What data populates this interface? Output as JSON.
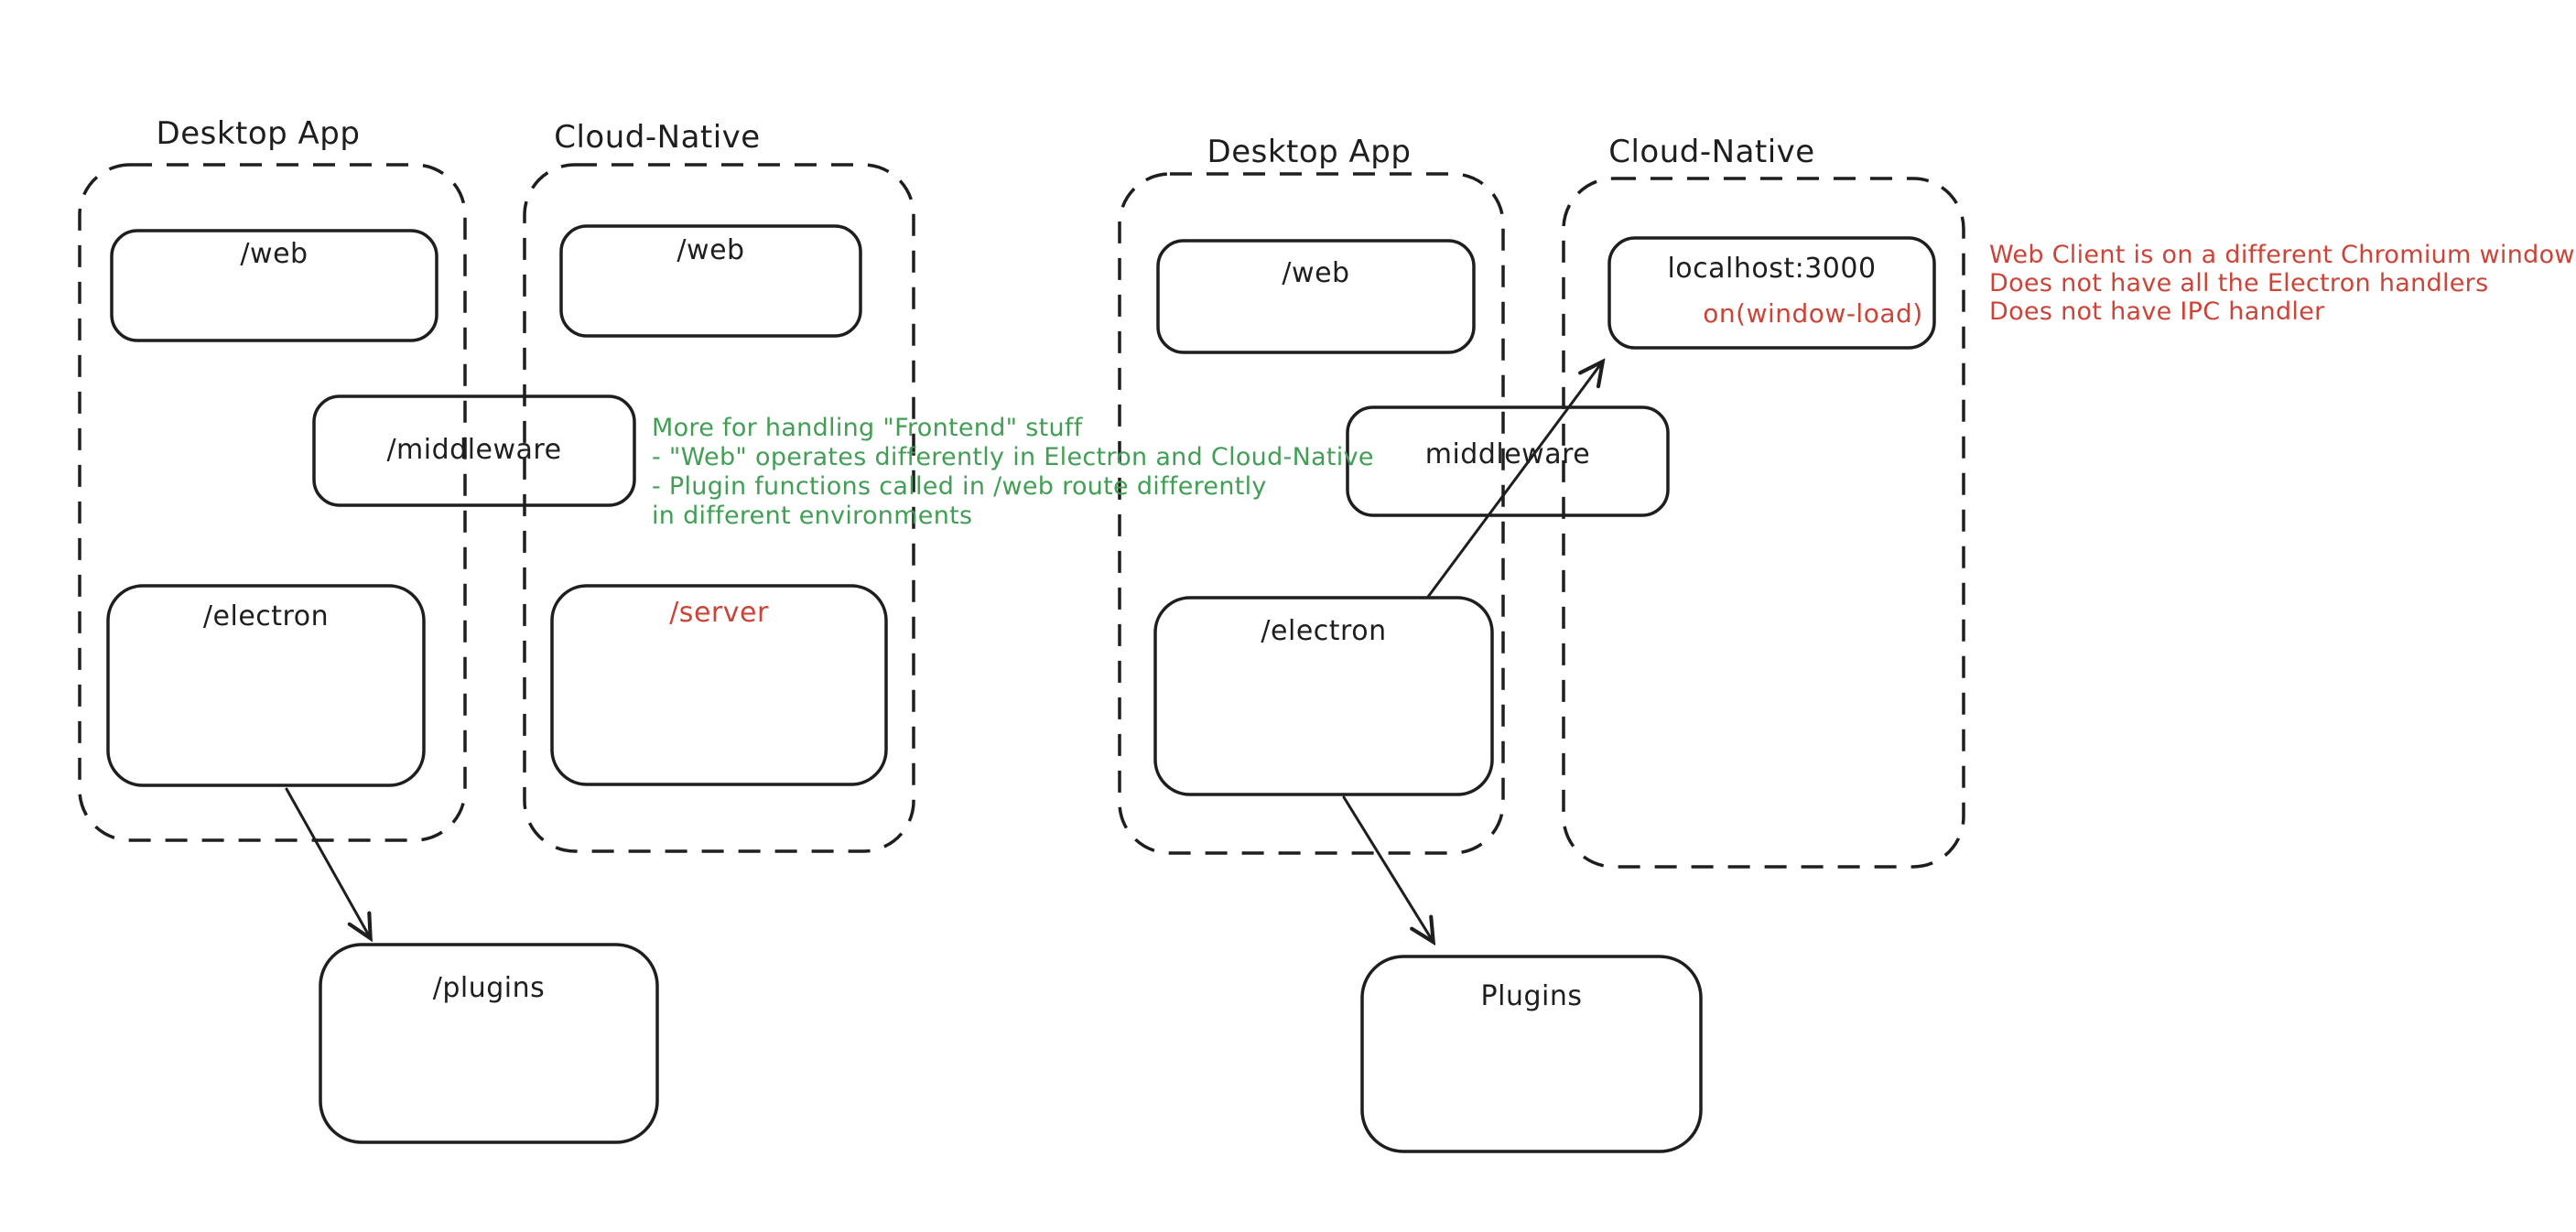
{
  "colors": {
    "stroke": "#1e1e1e",
    "red": "#cb4437",
    "green": "#419e54",
    "background": "#ffffff"
  },
  "left_diagram": {
    "desktop_group_label": "Desktop App",
    "cloud_group_label": "Cloud-Native",
    "desktop_web_box": "/web",
    "cloud_web_box": "/web",
    "middleware_box": "/middleware",
    "electron_box": "/electron",
    "server_box": "/server",
    "plugins_box": "/plugins",
    "note_lines": [
      "More for handling \"Frontend\" stuff",
      "- \"Web\" operates differently in Electron and Cloud-Native",
      "- Plugin functions called in /web route differently",
      "in different environments"
    ]
  },
  "right_diagram": {
    "desktop_group_label": "Desktop App",
    "cloud_group_label": "Cloud-Native",
    "desktop_web_box": "/web",
    "localhost_box": "localhost:3000",
    "localhost_event": "on(window-load)",
    "middleware_box": "middleware",
    "electron_box": "/electron",
    "plugins_box": "Plugins",
    "note_lines": [
      "Web Client is on a different Chromium window",
      "Does not have all the Electron handlers",
      "Does not have IPC handler"
    ]
  }
}
